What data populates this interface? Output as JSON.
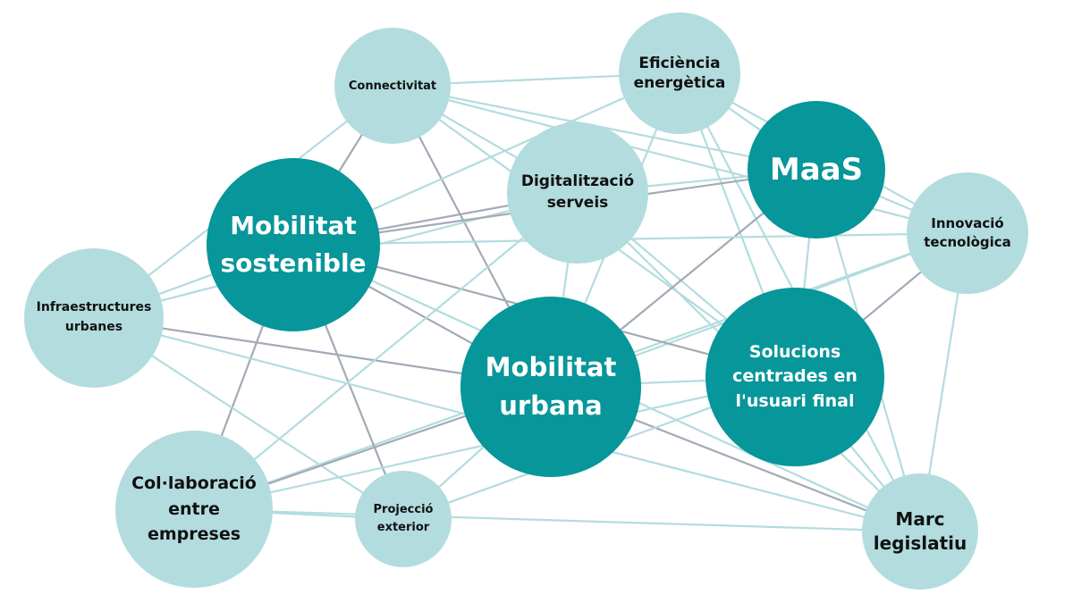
{
  "colors": {
    "dark_node": "#07969a",
    "light_node": "#b3dcdf",
    "edge_gray": "#a3aab6",
    "edge_light": "#b3dcdf"
  },
  "nodes": {
    "connectivitat": "Connectivitat",
    "eficiencia": "Eficiència\nenergètica",
    "digitalitzacio": "Digitalització\nserveis",
    "maas": "MaaS",
    "innovacio": "Innovació\ntecnològica",
    "mobilitat_sostenible": "Mobilitat\nsostenible",
    "infraestructures": "Infraestructures\nurbanes",
    "mobilitat_urbana": "Mobilitat\nurbana",
    "solucions": "Solucions\ncentrades en\nl'usuari final",
    "collaboracio": "Col·laboració\nentre\nempreses",
    "projeccio": "Projecció\nexterior",
    "marc": "Marc\nlegislatiu"
  },
  "edges": [
    [
      "connectivitat",
      "eficiencia",
      "light"
    ],
    [
      "connectivitat",
      "maas",
      "light"
    ],
    [
      "connectivitat",
      "innovacio",
      "light"
    ],
    [
      "connectivitat",
      "solucions",
      "light"
    ],
    [
      "connectivitat",
      "mobilitat_sostenible",
      "gray"
    ],
    [
      "connectivitat",
      "infraestructures",
      "light"
    ],
    [
      "connectivitat",
      "mobilitat_urbana",
      "gray"
    ],
    [
      "connectivitat",
      "digitalitzacio",
      "light"
    ],
    [
      "eficiencia",
      "mobilitat_sostenible",
      "light"
    ],
    [
      "eficiencia",
      "maas",
      "light"
    ],
    [
      "eficiencia",
      "innovacio",
      "light"
    ],
    [
      "eficiencia",
      "solucions",
      "light"
    ],
    [
      "eficiencia",
      "mobilitat_urbana",
      "light"
    ],
    [
      "eficiencia",
      "marc",
      "light"
    ],
    [
      "digitalitzacio",
      "maas",
      "light"
    ],
    [
      "digitalitzacio",
      "mobilitat_sostenible",
      "gray"
    ],
    [
      "digitalitzacio",
      "solucions",
      "light"
    ],
    [
      "digitalitzacio",
      "infraestructures",
      "light"
    ],
    [
      "digitalitzacio",
      "mobilitat_urbana",
      "light"
    ],
    [
      "digitalitzacio",
      "marc",
      "light"
    ],
    [
      "maas",
      "mobilitat_sostenible",
      "gray"
    ],
    [
      "maas",
      "innovacio",
      "light"
    ],
    [
      "maas",
      "mobilitat_urbana",
      "gray"
    ],
    [
      "maas",
      "solucions",
      "light"
    ],
    [
      "maas",
      "marc",
      "light"
    ],
    [
      "innovacio",
      "mobilitat_sostenible",
      "light"
    ],
    [
      "innovacio",
      "solucions",
      "gray"
    ],
    [
      "innovacio",
      "mobilitat_urbana",
      "light"
    ],
    [
      "innovacio",
      "marc",
      "light"
    ],
    [
      "innovacio",
      "collaboracio",
      "light"
    ],
    [
      "mobilitat_sostenible",
      "infraestructures",
      "light"
    ],
    [
      "mobilitat_sostenible",
      "mobilitat_urbana",
      "gray"
    ],
    [
      "mobilitat_sostenible",
      "solucions",
      "gray"
    ],
    [
      "mobilitat_sostenible",
      "collaboracio",
      "gray"
    ],
    [
      "mobilitat_sostenible",
      "projeccio",
      "gray"
    ],
    [
      "mobilitat_sostenible",
      "marc",
      "light"
    ],
    [
      "infraestructures",
      "mobilitat_urbana",
      "gray"
    ],
    [
      "infraestructures",
      "projeccio",
      "light"
    ],
    [
      "infraestructures",
      "marc",
      "light"
    ],
    [
      "mobilitat_urbana",
      "solucions",
      "light"
    ],
    [
      "mobilitat_urbana",
      "collaboracio",
      "gray"
    ],
    [
      "mobilitat_urbana",
      "projeccio",
      "light"
    ],
    [
      "mobilitat_urbana",
      "marc",
      "gray"
    ],
    [
      "solucions",
      "collaboracio",
      "light"
    ],
    [
      "solucions",
      "projeccio",
      "light"
    ],
    [
      "solucions",
      "marc",
      "light"
    ],
    [
      "collaboracio",
      "projeccio",
      "light"
    ],
    [
      "collaboracio",
      "digitalitzacio",
      "light"
    ],
    [
      "collaboracio",
      "marc",
      "light"
    ]
  ]
}
